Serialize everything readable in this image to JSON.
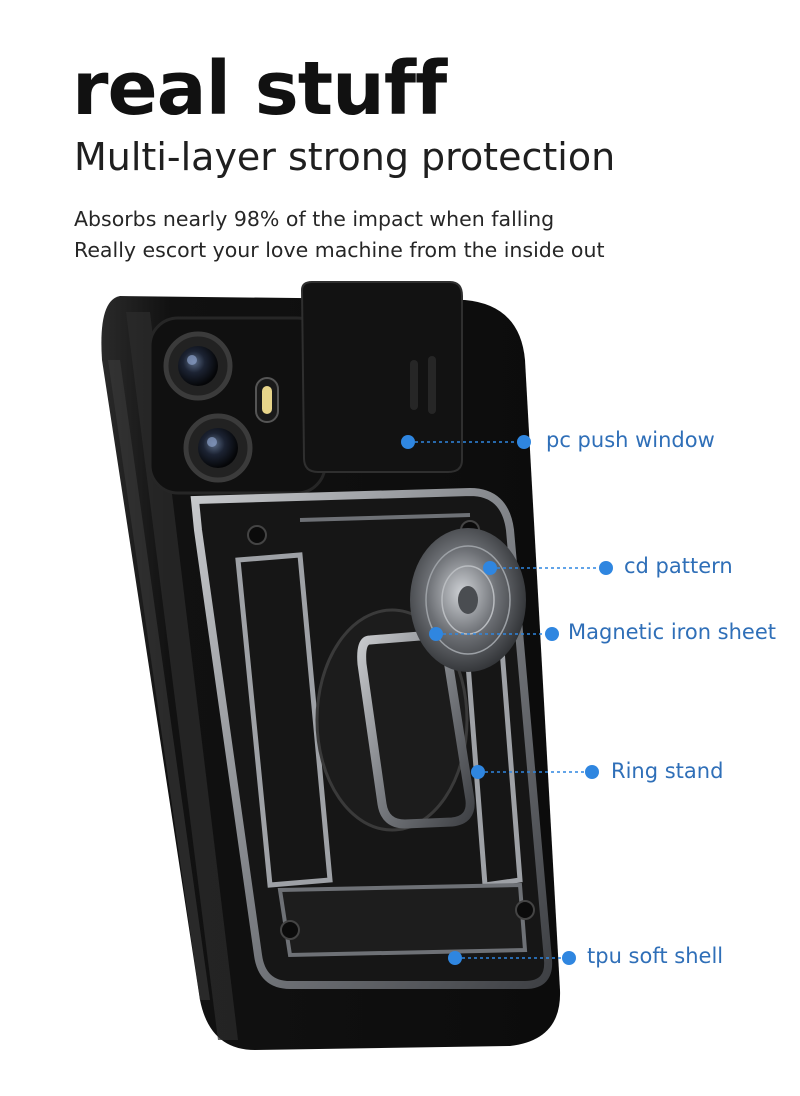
{
  "headline": "real stuff",
  "subheadline": "Multi-layer strong protection",
  "description": [
    "Absorbs nearly 98% of the impact when falling",
    "Really escort your love machine from the inside out"
  ],
  "callouts": [
    {
      "key": "pc-push-window",
      "label": "pc push window"
    },
    {
      "key": "cd-pattern",
      "label": "cd pattern"
    },
    {
      "key": "magnetic-iron-sheet",
      "label": "Magnetic iron sheet"
    },
    {
      "key": "ring-stand",
      "label": "Ring stand"
    },
    {
      "key": "tpu-soft-shell",
      "label": "tpu soft shell"
    }
  ],
  "colors": {
    "accent": "#2f86e0",
    "label": "#2f6fb8",
    "case": "#141414",
    "metal": "#8a8d92"
  }
}
